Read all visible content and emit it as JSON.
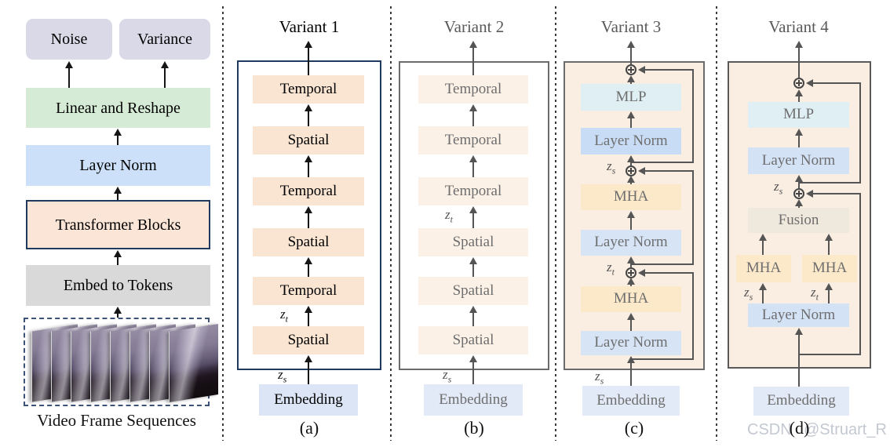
{
  "figure": {
    "watermark": {
      "prefix": "CSDN",
      "suffix": "@Struart_R"
    }
  },
  "symbols": {
    "zs": {
      "base": "z",
      "sub": "s"
    },
    "zt": {
      "base": "z",
      "sub": "t"
    }
  },
  "left_panel": {
    "noise": "Noise",
    "variance": "Variance",
    "linear_reshape": "Linear and Reshape",
    "layer_norm": "Layer Norm",
    "transformer_blocks": "Transformer Blocks",
    "embed_tokens": "Embed to Tokens",
    "caption": "Video Frame Sequences"
  },
  "variant1": {
    "title": "Variant 1",
    "blocks": [
      "Temporal",
      "Spatial",
      "Temporal",
      "Spatial",
      "Temporal",
      "Spatial"
    ],
    "embedding": "Embedding",
    "caption": "(a)"
  },
  "variant2": {
    "title": "Variant 2",
    "blocks": [
      "Temporal",
      "Temporal",
      "Temporal",
      "Spatial",
      "Spatial",
      "Spatial"
    ],
    "embedding": "Embedding",
    "caption": "(b)"
  },
  "variant3": {
    "title": "Variant 3",
    "mlp": "MLP",
    "layer_norm": "Layer Norm",
    "mha": "MHA",
    "embedding": "Embedding",
    "caption": "(c)"
  },
  "variant4": {
    "title": "Variant 4",
    "mlp": "MLP",
    "layer_norm": "Layer Norm",
    "fusion": "Fusion",
    "mha": "MHA",
    "embedding": "Embedding",
    "caption": "(d)"
  },
  "colors": {
    "output_box": "#D9D9E8",
    "linear_reshape": "#D6EBD5",
    "layer_norm_left": "#CCE0F9",
    "transformer_blocks": "#FBE5D7",
    "embed_tokens": "#D9D9D9",
    "variant1_block": "#FAE5D3",
    "variant2_block": "#FCF1E7",
    "variant_container_fill": "#FAEEE2",
    "mlp": "#DFEFF4",
    "layer_norm_inner": "#D6E4F6",
    "mha": "#FCE9CA",
    "fusion": "#EFE9DD",
    "embedding": "#E3EAF7",
    "navy_border": "#203A5F",
    "gray_border": "#6B6B6B",
    "watermark": "#C3C8D1"
  }
}
